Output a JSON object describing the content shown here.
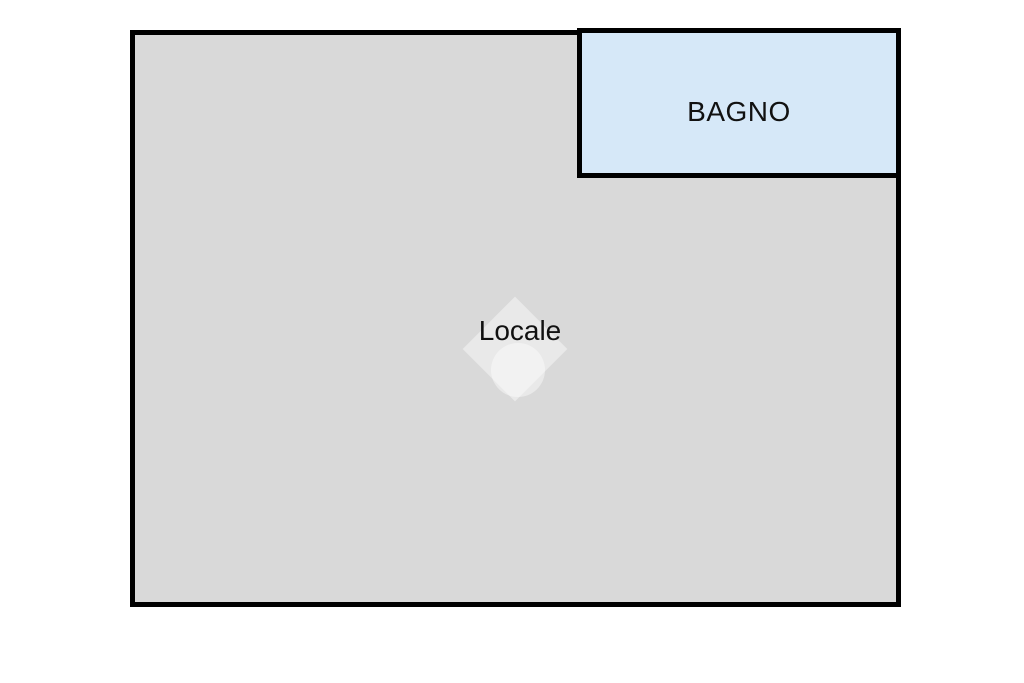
{
  "plan": {
    "background_color": "#ffffff",
    "border_color": "#000000"
  },
  "rooms": {
    "main": {
      "label": "Locale",
      "fill": "#d9d9d9"
    },
    "bagno": {
      "label": "BAGNO",
      "fill": "#d6e8f8"
    }
  },
  "watermark": {
    "icon": "immobiliare-logo-watermark",
    "color": "rgba(255,255,255,0.42)"
  }
}
